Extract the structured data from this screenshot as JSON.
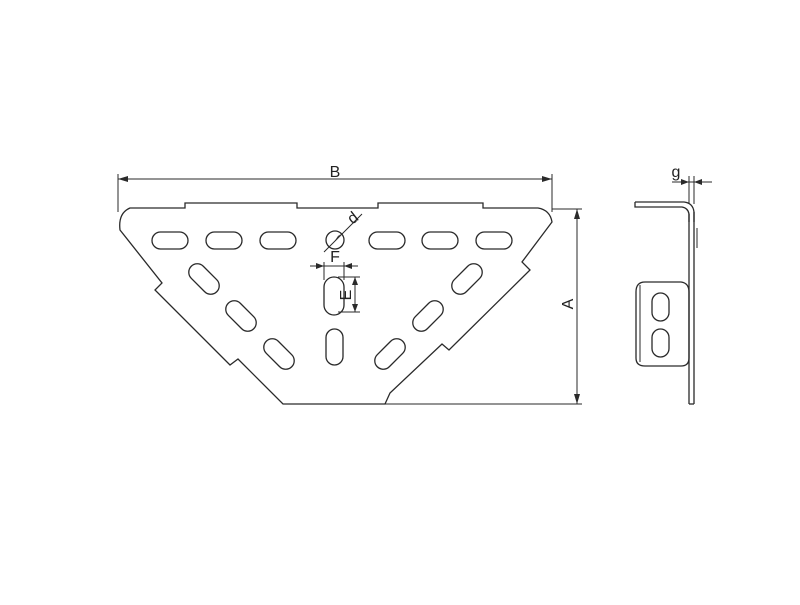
{
  "drawing": {
    "background": "#ffffff",
    "line_color": "#2a2a2a",
    "labels": {
      "B": "B",
      "A": "A",
      "d": "d",
      "F": "F",
      "E": "E",
      "g": "g"
    }
  }
}
